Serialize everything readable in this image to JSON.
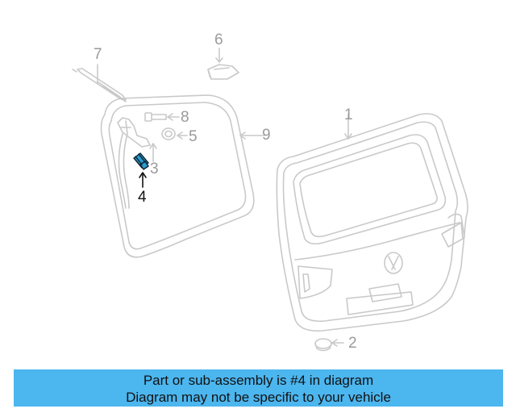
{
  "colors": {
    "outline": "#c9c9c9",
    "highlight": "#2a9bd0",
    "banner_bg": "#4cb6ef",
    "text": "#111111",
    "callout": "#9a9a9a"
  },
  "callouts": {
    "n1": "1",
    "n2": "2",
    "n3": "3",
    "n4": "4",
    "n5": "5",
    "n6": "6",
    "n7": "7",
    "n8": "8",
    "n9": "9"
  },
  "highlighted_part": "4",
  "banner": {
    "line1": "Part or sub-assembly is #4 in diagram",
    "line2": "Diagram may not be specific to your vehicle"
  }
}
